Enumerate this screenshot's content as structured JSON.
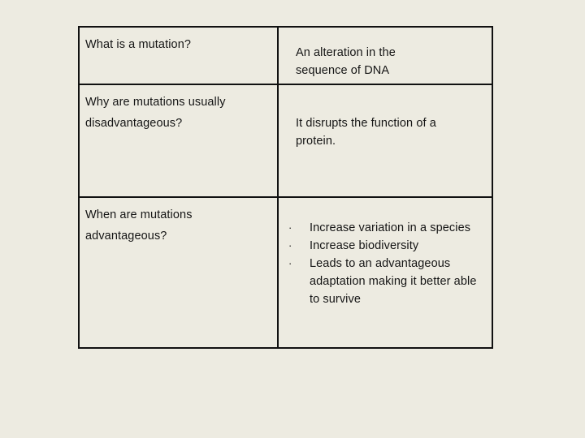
{
  "slide": {
    "background_color": "#EDEBE1",
    "text_color": "#151515",
    "border_color": "#111111"
  },
  "table": {
    "rows": [
      {
        "question": {
          "lines": [
            "What is a mutation?"
          ]
        },
        "answer": {
          "type": "paragraph",
          "lines": [
            "An alteration in the",
            "sequence of DNA"
          ]
        }
      },
      {
        "question": {
          "lines": [
            "Why are mutations usually",
            "disadvantageous?"
          ]
        },
        "answer": {
          "type": "paragraph",
          "lines": [
            "It disrupts the function of a",
            "protein."
          ]
        }
      },
      {
        "question": {
          "lines": [
            "When are mutations",
            "advantageous?"
          ]
        },
        "answer": {
          "type": "bullets",
          "bullet_glyph": "·",
          "items": [
            "Increase variation in a species",
            "Increase biodiversity",
            "Leads to an advantageous adaptation making it better able to survive"
          ]
        }
      }
    ]
  }
}
